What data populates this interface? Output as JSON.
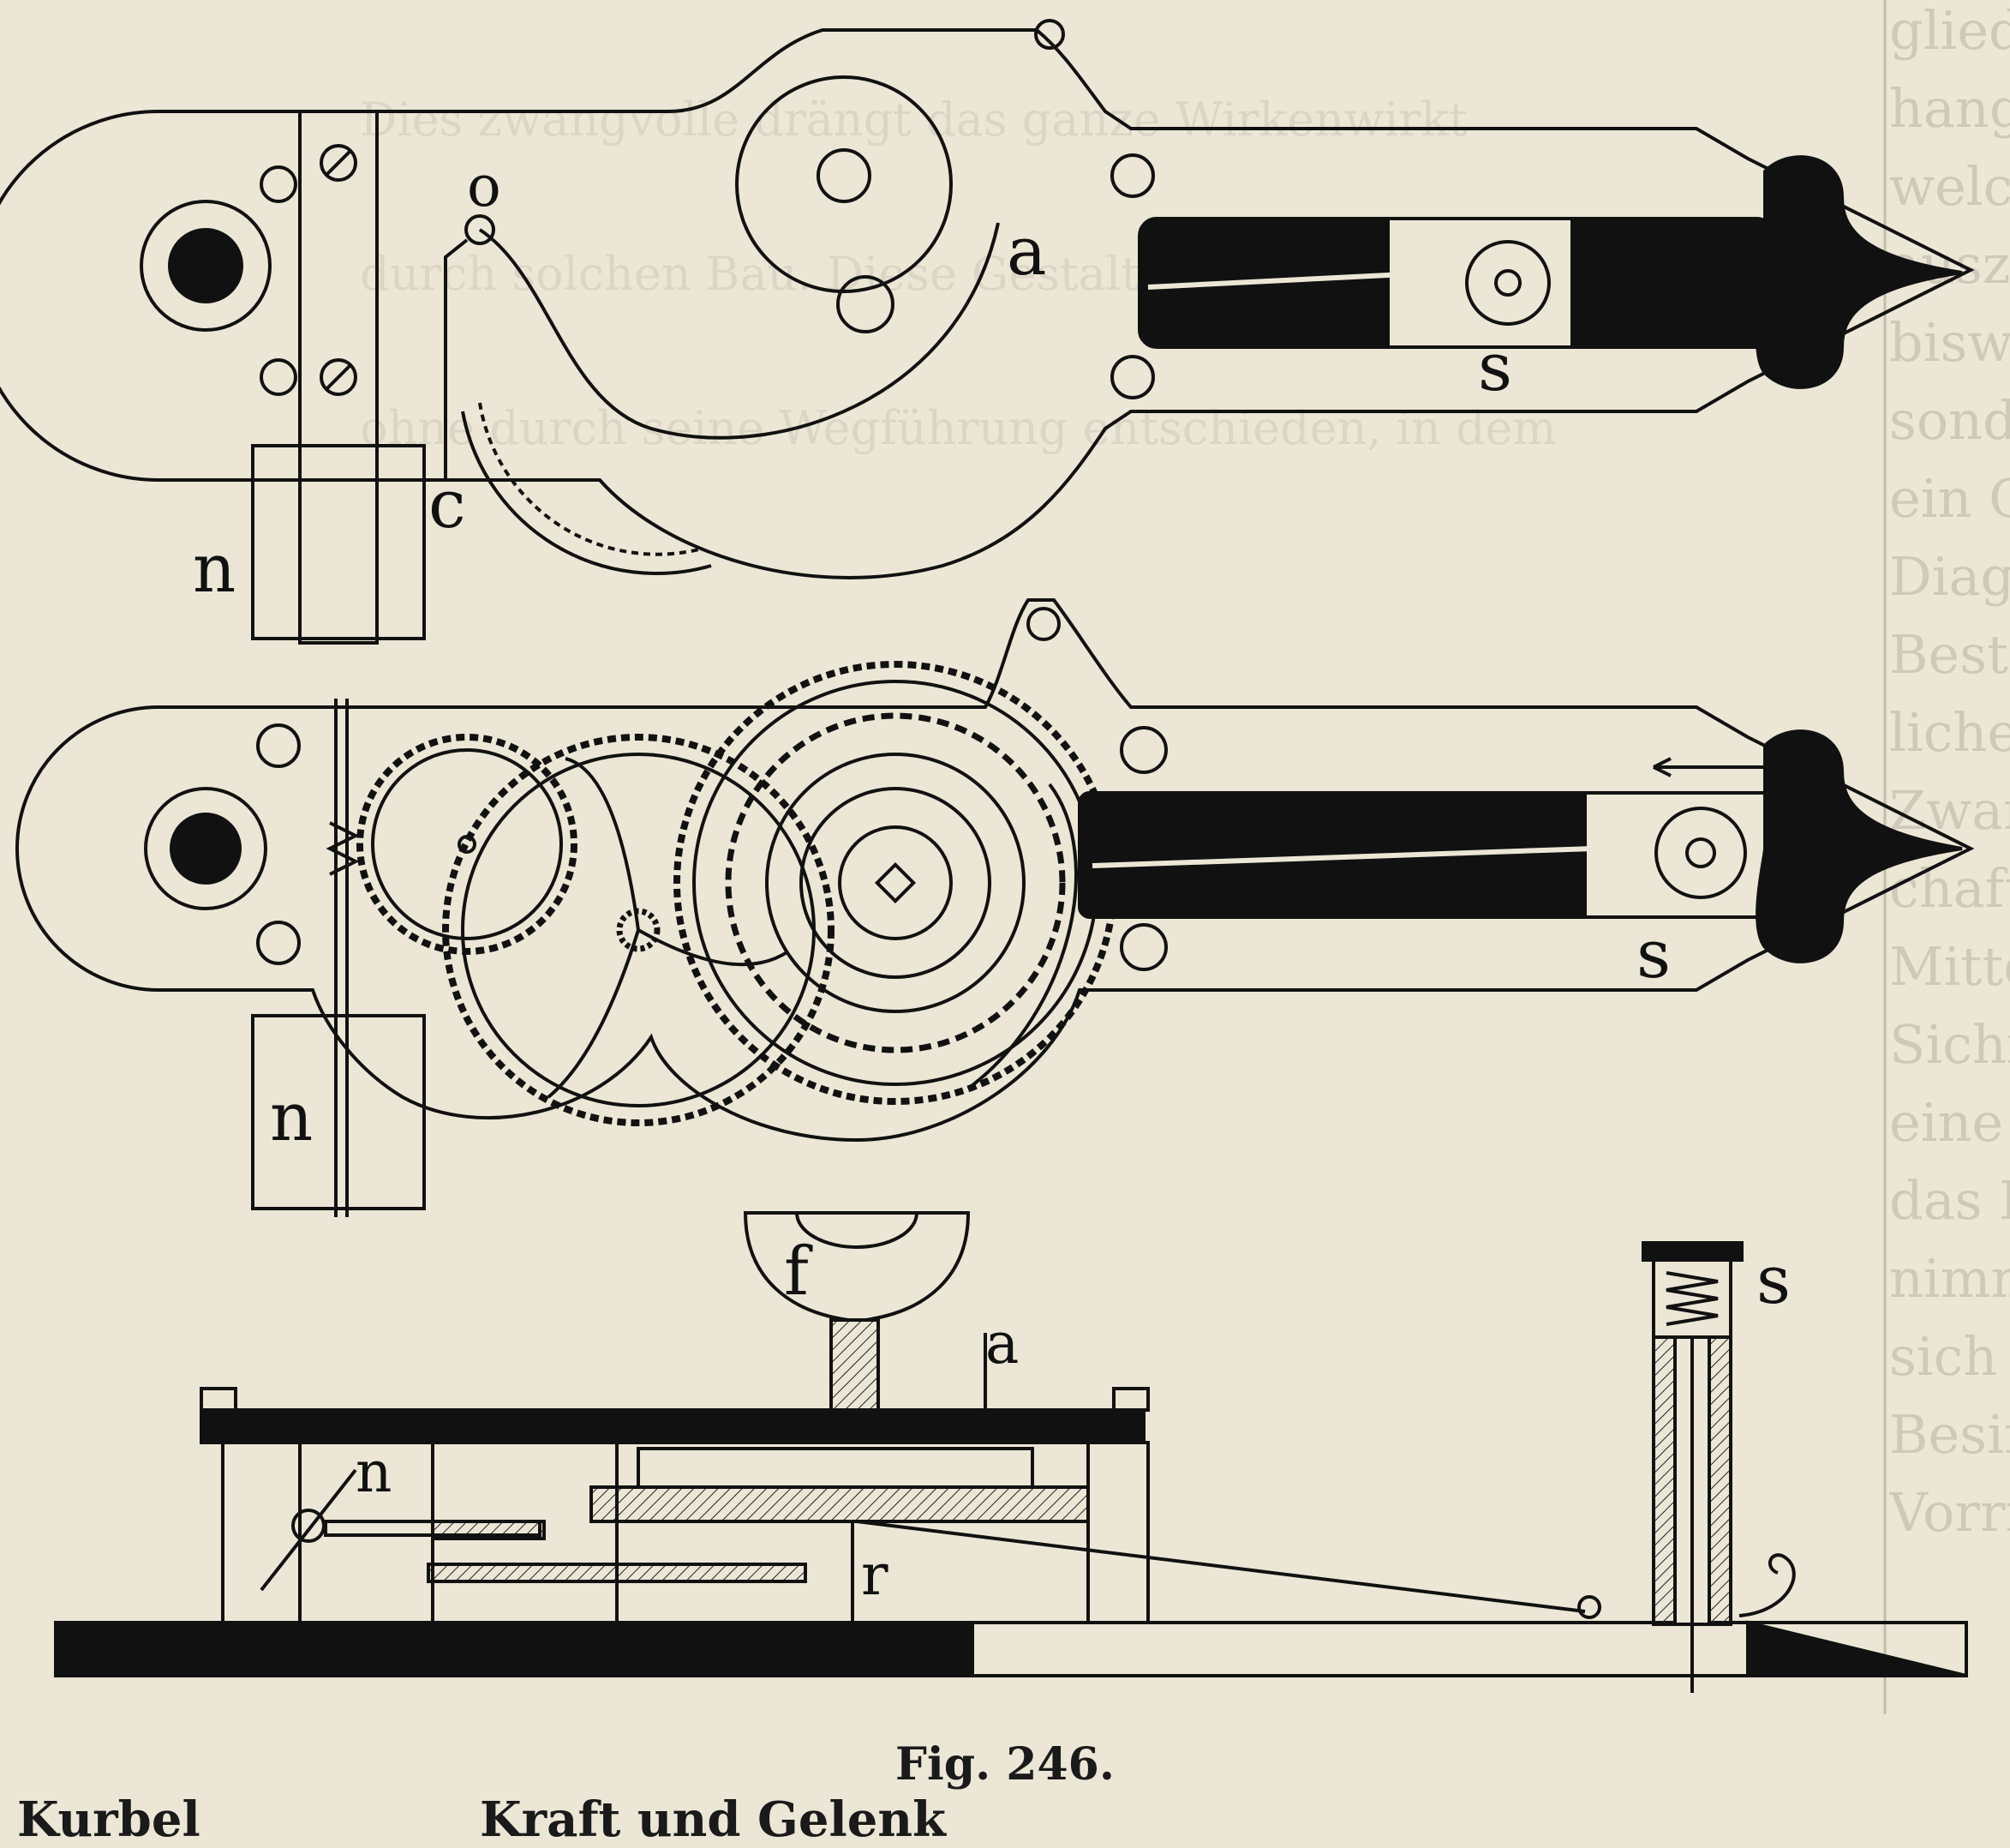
{
  "figure": {
    "caption": "Fig. 246.",
    "labels": {
      "top_view": {
        "o": "o",
        "a": "a",
        "c": "c",
        "n": "n",
        "s": "s"
      },
      "middle_view": {
        "n": "n",
        "s": "s"
      },
      "side_view": {
        "f": "f",
        "a": "a",
        "n": "n",
        "r": "r",
        "s": "s"
      }
    }
  },
  "margin_text": {
    "right_column": [
      "glieder",
      "hangunge",
      "welchen",
      "auszuar",
      "bisweile",
      "sondern",
      "ein Ob",
      "Diagram",
      "Bestimm",
      "lichen",
      "Zwangsl",
      "chaften",
      "Mitteilun",
      "Sichfall",
      "eine Figu",
      "das La",
      "nimmt.",
      "sich dar",
      "Besinnu",
      "Vorrich"
    ],
    "top_line_1": "Dies zwangvolle drängt das ganze Wirkenwirkt",
    "top_line_2": "durch solchen Bau. Diese Gestaltung wird so",
    "top_line_3": "ohne durch seine Wegführung entschieden, in dem"
  },
  "bottom_line": {
    "left": "Kurbel",
    "middle": "Kraft und Gelenk"
  }
}
